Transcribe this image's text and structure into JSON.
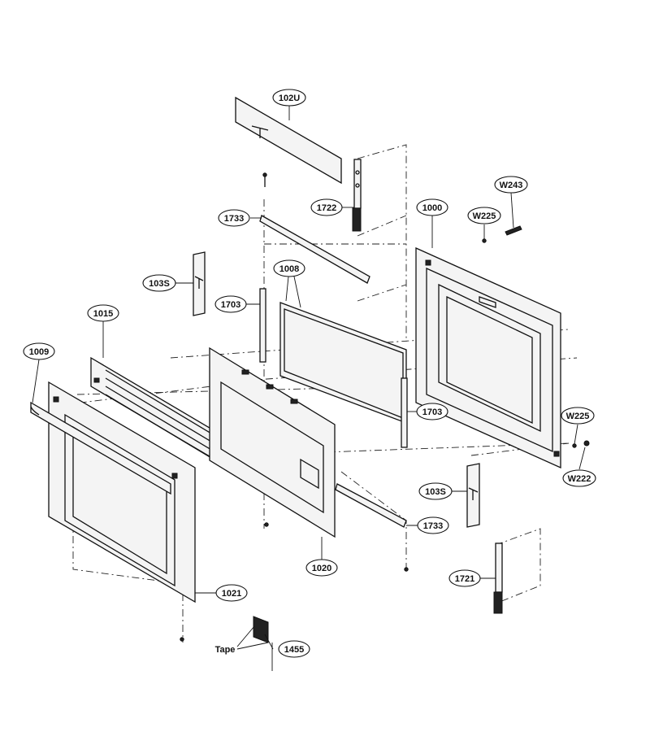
{
  "diagram": {
    "callouts": [
      {
        "id": "c-102U",
        "label": "102U"
      },
      {
        "id": "c-1722",
        "label": "1722"
      },
      {
        "id": "c-W243",
        "label": "W243"
      },
      {
        "id": "c-W225a",
        "label": "W225"
      },
      {
        "id": "c-1000",
        "label": "1000"
      },
      {
        "id": "c-1733a",
        "label": "1733"
      },
      {
        "id": "c-1008",
        "label": "1008"
      },
      {
        "id": "c-103Sa",
        "label": "103S"
      },
      {
        "id": "c-1703a",
        "label": "1703"
      },
      {
        "id": "c-1015",
        "label": "1015"
      },
      {
        "id": "c-1009",
        "label": "1009"
      },
      {
        "id": "c-1703b",
        "label": "1703"
      },
      {
        "id": "c-W225b",
        "label": "W225"
      },
      {
        "id": "c-W222",
        "label": "W222"
      },
      {
        "id": "c-103Sb",
        "label": "103S"
      },
      {
        "id": "c-1733b",
        "label": "1733"
      },
      {
        "id": "c-1020",
        "label": "1020"
      },
      {
        "id": "c-1721",
        "label": "1721"
      },
      {
        "id": "c-1021",
        "label": "1021"
      },
      {
        "id": "c-1455",
        "label": "1455"
      }
    ],
    "tape_label": "Tape"
  }
}
